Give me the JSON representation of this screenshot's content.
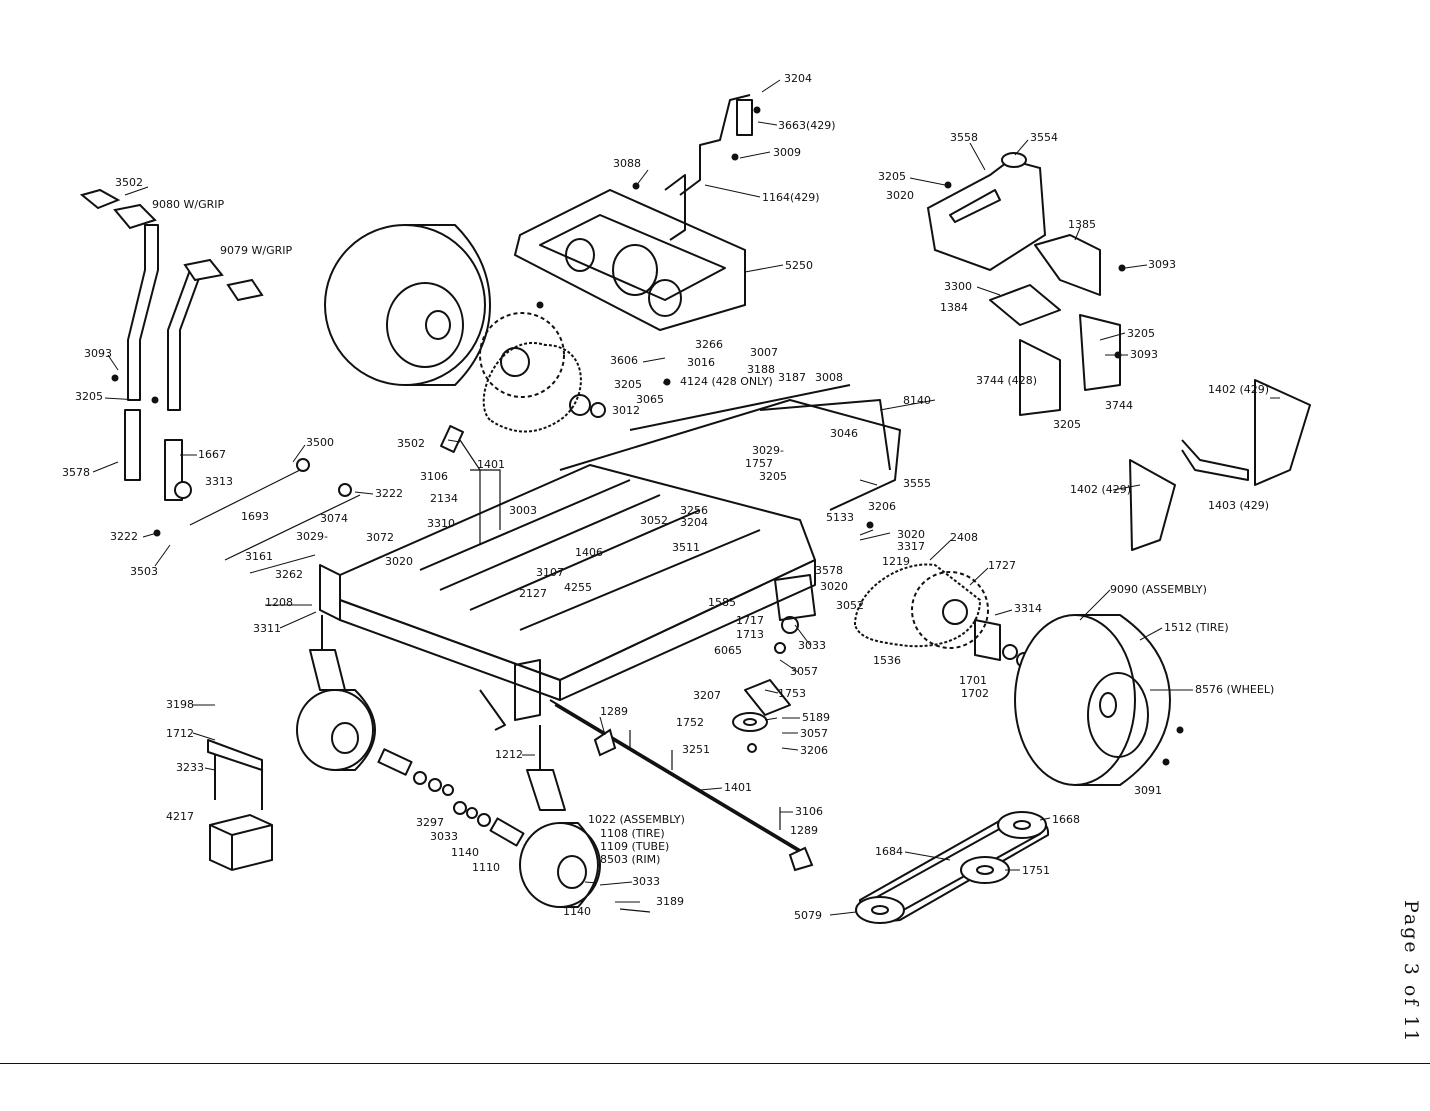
{
  "diagram": {
    "page_number": "Page 3 of 11",
    "labels": [
      "3204",
      "3663(429)",
      "3088",
      "3009",
      "1164(429)",
      "5250",
      "3558",
      "3554",
      "3205",
      "3020",
      "1385",
      "3093",
      "3300",
      "1384",
      "3205",
      "3093",
      "3744 (428)",
      "3744",
      "3205",
      "1402 (429)",
      "1402 (429)",
      "1403 (429)",
      "3502",
      "9080 W/GRIP",
      "9079 W/GRIP",
      "3093",
      "3205",
      "3578",
      "1667",
      "3313",
      "3500",
      "3222",
      "3074",
      "1693",
      "3222",
      "3503",
      "3029-",
      "3072",
      "3020",
      "3161",
      "3262",
      "1208",
      "3311",
      "3606",
      "3266",
      "3016",
      "3007",
      "3188",
      "3187",
      "3008",
      "3205",
      "4124 (428 ONLY)",
      "3065",
      "3012",
      "8140",
      "3502",
      "3106",
      "1401",
      "2134",
      "3003",
      "3310",
      "3029-",
      "1757",
      "3205",
      "3046",
      "3555",
      "3052",
      "3256",
      "3204",
      "3511",
      "1406",
      "3107",
      "4255",
      "2127",
      "5133",
      "3206",
      "3020",
      "3317",
      "1219",
      "2408",
      "1727",
      "3578",
      "3020",
      "1585",
      "1717",
      "3052",
      "1713",
      "3033",
      "6065",
      "3057",
      "3207",
      "1753",
      "1752",
      "5189",
      "3057",
      "3206",
      "3251",
      "3314",
      "1536",
      "1701",
      "1702",
      "9090 (ASSEMBLY)",
      "1512 (TIRE)",
      "8576 (WHEEL)",
      "3091",
      "1289",
      "1212",
      "1401",
      "3106",
      "1289",
      "3198",
      "1712",
      "3233",
      "4217",
      "3297",
      "3033",
      "1140",
      "1110",
      "1022 (ASSEMBLY)",
      "1108 (TIRE)",
      "1109 (TUBE)",
      "8503 (RIM)",
      "3033",
      "3189",
      "1140",
      "1668",
      "1684",
      "1751",
      "5079"
    ]
  }
}
